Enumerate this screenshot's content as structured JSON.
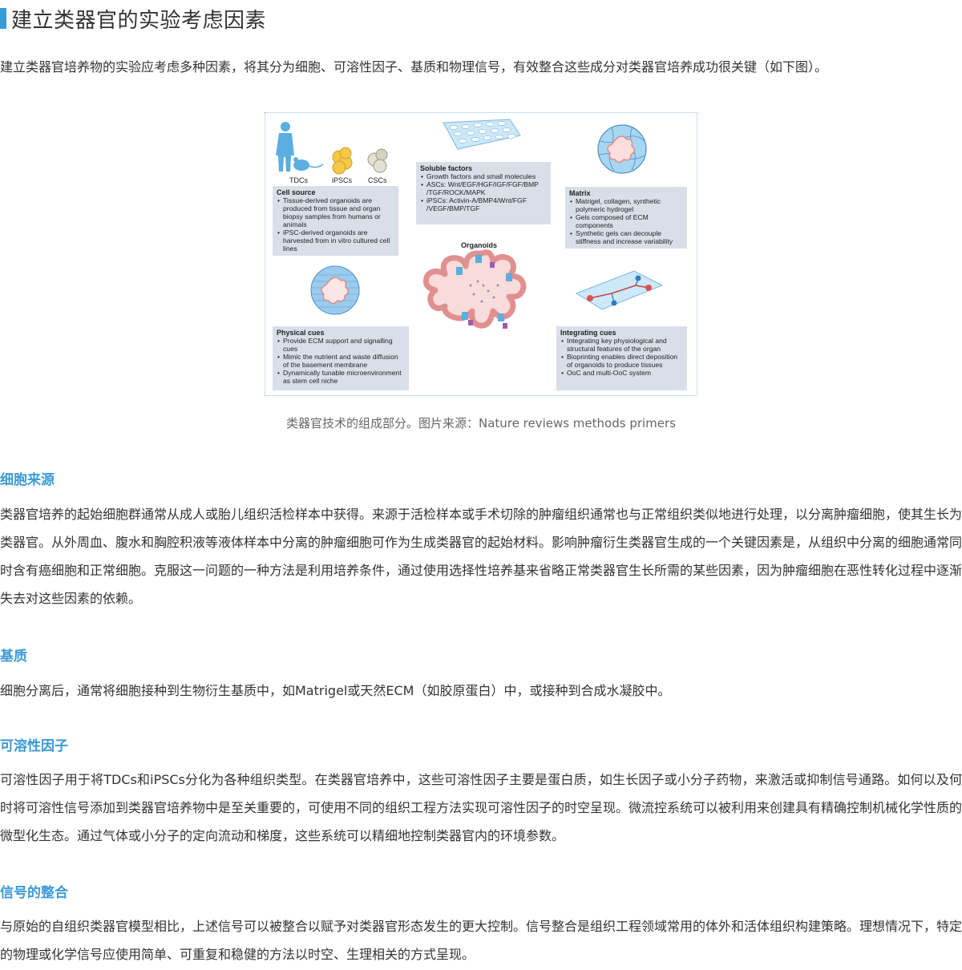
{
  "page": {
    "title": "建立类器官的实验考虑因素",
    "accent_color": "#3a9ad6",
    "intro": "建立类器官培养物的实验应考虑多种因素，将其分为细胞、可溶性因子、基质和物理信号，有效整合这些成分对类器官培养成功很关键（如下图）。"
  },
  "figure": {
    "labels": {
      "tdcs": "TDCs",
      "ipscs": "iPSCs",
      "cscs": "CSCs",
      "organoids": "Organoids"
    },
    "boxes": {
      "cell_source": {
        "title": "Cell source",
        "items": [
          "Tissue-derived organoids are produced from tissue and organ biopsy samples from humans or animals",
          "iPSC-derived organoids are harvested from in vitro cultured cell lines"
        ]
      },
      "soluble_factors": {
        "title": "Soluble factors",
        "items": [
          "Growth factors and small molecules",
          "ASCs: Wnt/EGF/HGF/IGF/FGF/BMP /TGF/ROCK/MAPK",
          "iPSCs: Activin-A/BMP4/Wnt/FGF /VEGF/BMP/TGF"
        ]
      },
      "matrix": {
        "title": "Matrix",
        "items": [
          "Matrigel, collagen, synthetic polymeric hydrogel",
          "Gels composed of ECM components",
          "Synthetic gels can decouple stiffness and increase variability"
        ]
      },
      "physical_cues": {
        "title": "Physical cues",
        "items": [
          "Provide ECM support and signalling cues",
          "Mimic the nutrient and waste diffusion of the basement membrane",
          "Dynamically tunable microenvironment as stem cell niche"
        ]
      },
      "integrating_cues": {
        "title": "Integrating cues",
        "items": [
          "Integrating key physiological and structural features of the organ",
          "Bioprinting enables direct deposition of organoids to produce tissues",
          "OoC and multi-OoC system"
        ]
      }
    },
    "caption": "类器官技术的组成部分。图片来源：Nature reviews methods primers"
  },
  "sections": [
    {
      "heading": "细胞来源",
      "body": "类器官培养的起始细胞群通常从成人或胎儿组织活检样本中获得。来源于活检样本或手术切除的肿瘤组织通常也与正常组织类似地进行处理，以分离肿瘤细胞，使其生长为类器官。从外周血、腹水和胸腔积液等液体样本中分离的肿瘤细胞可作为生成类器官的起始材料。影响肿瘤衍生类器官生成的一个关键因素是，从组织中分离的细胞通常同时含有癌细胞和正常细胞。克服这一问题的一种方法是利用培养条件，通过使用选择性培养基来省略正常类器官生长所需的某些因素，因为肿瘤细胞在恶性转化过程中逐渐失去对这些因素的依赖。"
    },
    {
      "heading": "基质",
      "body": "细胞分离后，通常将细胞接种到生物衍生基质中，如Matrigel或天然ECM（如胶原蛋白）中，或接种到合成水凝胶中。"
    },
    {
      "heading": "可溶性因子",
      "body": "可溶性因子用于将TDCs和iPSCs分化为各种组织类型。在类器官培养中，这些可溶性因子主要是蛋白质，如生长因子或小分子药物，来激活或抑制信号通路。如何以及何时将可溶性信号添加到类器官培养物中是至关重要的，可使用不同的组织工程方法实现可溶性因子的时空呈现。微流控系统可以被利用来创建具有精确控制机械化学性质的微型化生态。通过气体或小分子的定向流动和梯度，这些系统可以精细地控制类器官内的环境参数。"
    },
    {
      "heading": "信号的整合",
      "body": "与原始的自组织类器官模型相比，上述信号可以被整合以赋予对类器官形态发生的更大控制。信号整合是组织工程领域常用的体外和活体组织构建策略。理想情况下，特定的物理或化学信号应使用简单、可重复和稳健的方法以时空、生理相关的方式呈现。"
    }
  ]
}
